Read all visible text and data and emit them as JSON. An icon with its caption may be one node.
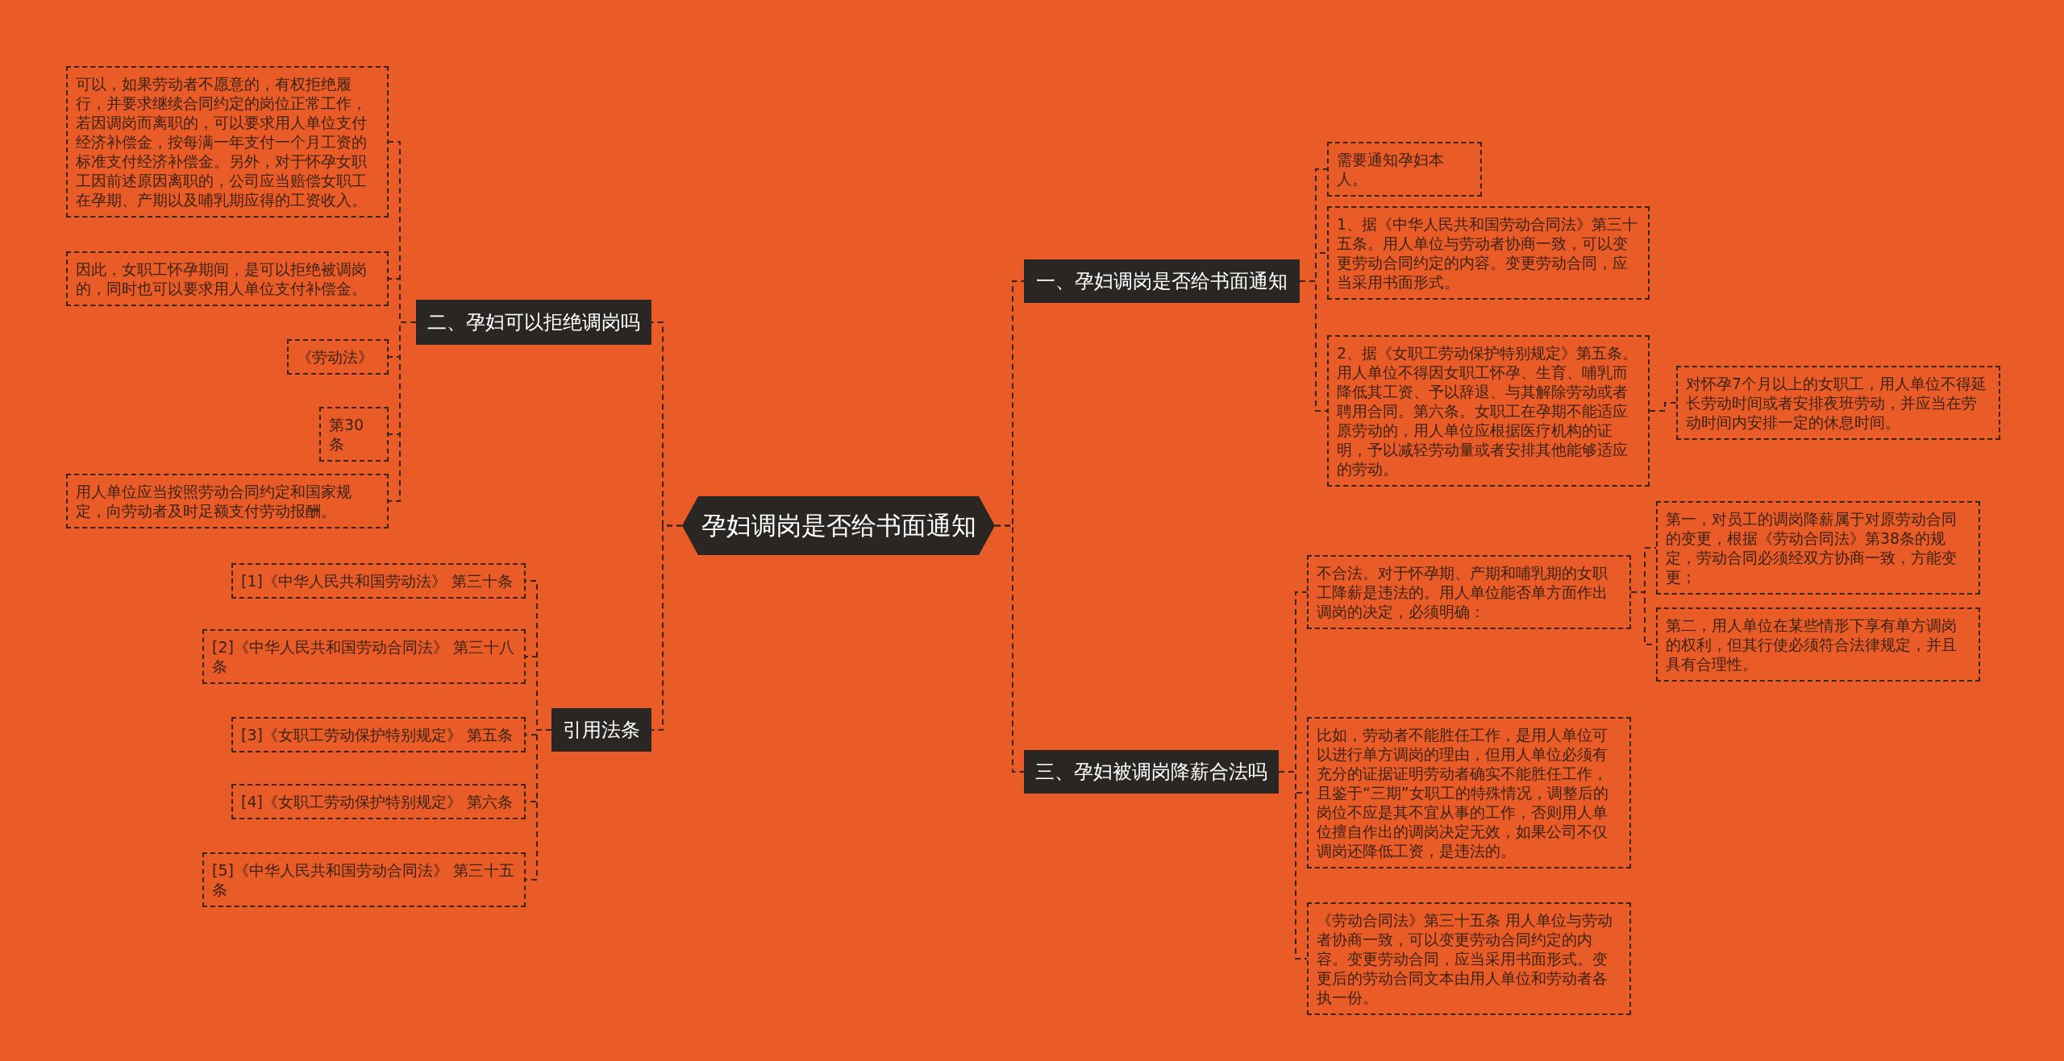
{
  "diagram": {
    "nodes": [
      {
        "text": [
          "孕妇调岗是否给书面通知"
        ]
      },
      {
        "text": [
          "一、孕妇调岗是否给书面通知"
        ]
      },
      {
        "text": [
          "需要通知孕妇本人。"
        ]
      },
      {
        "text": [
          "1、据《中华人民共和国劳动合同法》第三十五条。用人单位与劳动者协商一致，可以变更劳动合同约定的内容。变更劳动合同，应当采用书面形式。"
        ]
      },
      {
        "text": [
          "2、据《女职工劳动保护特别规定》第五条。用人单位不得因女职工怀孕、生育、哺乳而降低其工资、予以辞退、与其解除劳动或者聘用合同。第六条。女职工在孕期不能适应原劳动的，用人单位应根据医疗机构的证明，予以减轻劳动量或者安排其他能够适应的劳动。"
        ]
      },
      {
        "text": [
          "对怀孕7个月以上的女职工，用人单位不得延长劳动时间或者安排夜班劳动，并应当在劳动时间内安排一定的休息时间。"
        ]
      },
      {
        "text": [
          "三、孕妇被调岗降薪合法吗"
        ]
      },
      {
        "text": [
          "不合法。对于怀孕期、产期和哺乳期的女职工降薪是违法的。用人单位能否单方面作出调岗的决定，必须明确："
        ]
      },
      {
        "text": [
          "第一，对员工的调岗降薪属于对原劳动合同的变更，根据《劳动合同法》第38条的规定，劳动合同必须经双方协商一致，方能变更；"
        ]
      },
      {
        "text": [
          "第二，用人单位在某些情形下享有单方调岗的权利，但其行使必须符合法律规定，并且具有合理性。"
        ]
      },
      {
        "text": [
          "比如，劳动者不能胜任工作，是用人单位可以进行单方调岗的理由，但用人单位必须有充分的证据证明劳动者确实不能胜任工作，且鉴于“三期”女职工的特殊情况，调整后的岗位不应是其不宜从事的工作，否则用人单位擅自作出的调岗决定无效，如果公司不仅调岗还降低工资，是违法的。"
        ]
      },
      {
        "text": [
          "《劳动合同法》第三十五条 用人单位与劳动者协商一致，可以变更劳动合同约定的内容。变更劳动合同，应当采用书面形式。变更后的劳动合同文本由用人单位和劳动者各执一份。"
        ]
      },
      {
        "text": [
          "二、孕妇可以拒绝调岗吗"
        ]
      },
      {
        "text": [
          "可以，如果劳动者不愿意的，有权拒绝履行，并要求继续合同约定的岗位正常工作，若因调岗而离职的，可以要求用人单位支付经济补偿金，按每满一年支付一个月工资的标准支付经济补偿金。另外，对于怀孕女职工因前述原因离职的，公司应当赔偿女职工在孕期、产期以及哺乳期应得的工资收入。"
        ]
      },
      {
        "text": [
          "因此，女职工怀孕期间，是可以拒绝被调岗的，同时也可以要求用人单位支付补偿金。"
        ]
      },
      {
        "text": [
          "《劳动法》"
        ]
      },
      {
        "text": [
          "第30条"
        ]
      },
      {
        "text": [
          "用人单位应当按照劳动合同约定和国家规定，向劳动者及时足额支付劳动报酬。"
        ]
      },
      {
        "text": [
          "引用法条"
        ]
      },
      {
        "text": [
          "[1]《中华人民共和国劳动法》 第三十条"
        ]
      },
      {
        "text": [
          "[2]《中华人民共和国劳动合同法》 第三十八条"
        ]
      },
      {
        "text": [
          "[3]《女职工劳动保护特别规定》 第五条"
        ]
      },
      {
        "text": [
          "[4]《女职工劳动保护特别规定》 第六条"
        ]
      },
      {
        "text": [
          "[5]《中华人民共和国劳动合同法》 第三十五条"
        ]
      }
    ],
    "edges": [
      {
        "from": 0,
        "to": 1,
        "arrow": "none",
        "style": "dashed"
      },
      {
        "from": 1,
        "to": 2,
        "arrow": "none",
        "style": "dashed"
      },
      {
        "from": 1,
        "to": 3,
        "arrow": "none",
        "style": "dashed"
      },
      {
        "from": 1,
        "to": 4,
        "arrow": "none",
        "style": "dashed"
      },
      {
        "from": 4,
        "to": 5,
        "arrow": "none",
        "style": "dashed"
      },
      {
        "from": 0,
        "to": 6,
        "arrow": "none",
        "style": "dashed"
      },
      {
        "from": 6,
        "to": 7,
        "arrow": "none",
        "style": "dashed"
      },
      {
        "from": 7,
        "to": 8,
        "arrow": "none",
        "style": "dashed"
      },
      {
        "from": 7,
        "to": 9,
        "arrow": "none",
        "style": "dashed"
      },
      {
        "from": 6,
        "to": 10,
        "arrow": "none",
        "style": "dashed"
      },
      {
        "from": 6,
        "to": 11,
        "arrow": "none",
        "style": "dashed"
      },
      {
        "from": 0,
        "to": 12,
        "arrow": "none",
        "style": "dashed"
      },
      {
        "from": 12,
        "to": 13,
        "arrow": "none",
        "style": "dashed"
      },
      {
        "from": 12,
        "to": 14,
        "arrow": "none",
        "style": "dashed"
      },
      {
        "from": 12,
        "to": 15,
        "arrow": "none",
        "style": "dashed"
      },
      {
        "from": 12,
        "to": 16,
        "arrow": "none",
        "style": "dashed"
      },
      {
        "from": 12,
        "to": 17,
        "arrow": "none",
        "style": "dashed"
      },
      {
        "from": 0,
        "to": 18,
        "arrow": "none",
        "style": "dashed"
      },
      {
        "from": 18,
        "to": 19,
        "arrow": "none",
        "style": "dashed"
      },
      {
        "from": 18,
        "to": 20,
        "arrow": "none",
        "style": "dashed"
      },
      {
        "from": 18,
        "to": 21,
        "arrow": "none",
        "style": "dashed"
      },
      {
        "from": 18,
        "to": 22,
        "arrow": "none",
        "style": "dashed"
      },
      {
        "from": 18,
        "to": 23,
        "arrow": "none",
        "style": "dashed"
      }
    ]
  }
}
